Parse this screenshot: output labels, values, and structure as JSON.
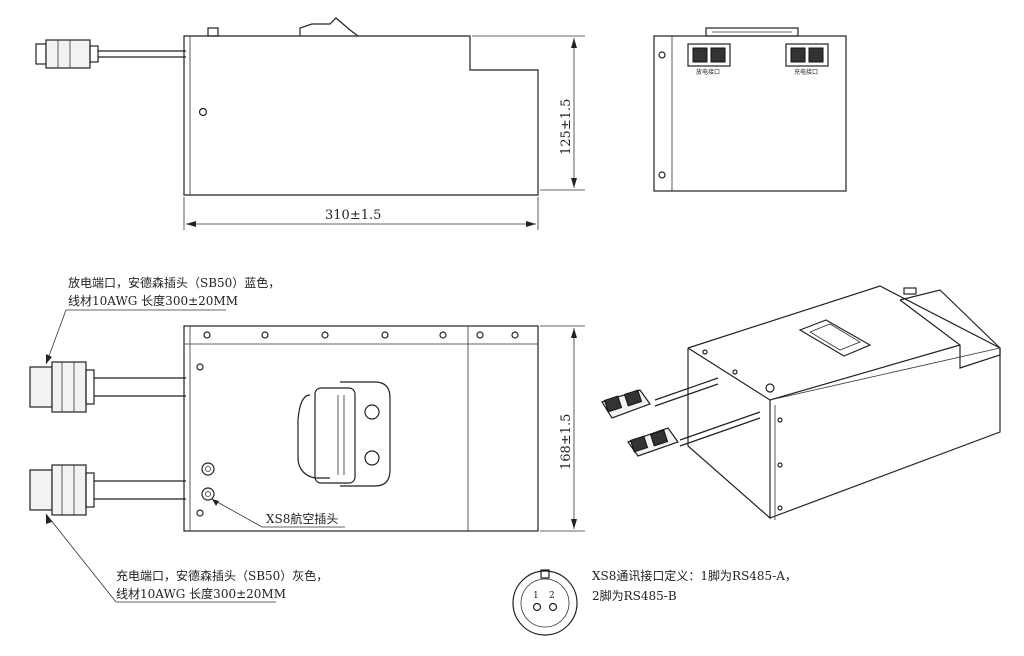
{
  "dimensions": {
    "length": "310±1.5",
    "height_side": "125±1.5",
    "height_top": "168±1.5"
  },
  "callouts": {
    "discharge_line1": "放电端口，安德森插头（SB50）蓝色，",
    "discharge_line2": "线材10AWG 长度300±20MM",
    "charge_line1": "充电端口，安德森插头（SB50）灰色，",
    "charge_line2": "线材10AWG 长度300±20MM",
    "xs8_label": "XS8航空插头"
  },
  "xs8_definition": {
    "line1": "XS8通讯接口定义：1脚为RS485-A，",
    "line2": "2脚为RS485-B",
    "pin1": "1",
    "pin2": "2"
  },
  "end_view_labels": {
    "left_port": "放电接口",
    "right_port": "充电接口"
  }
}
